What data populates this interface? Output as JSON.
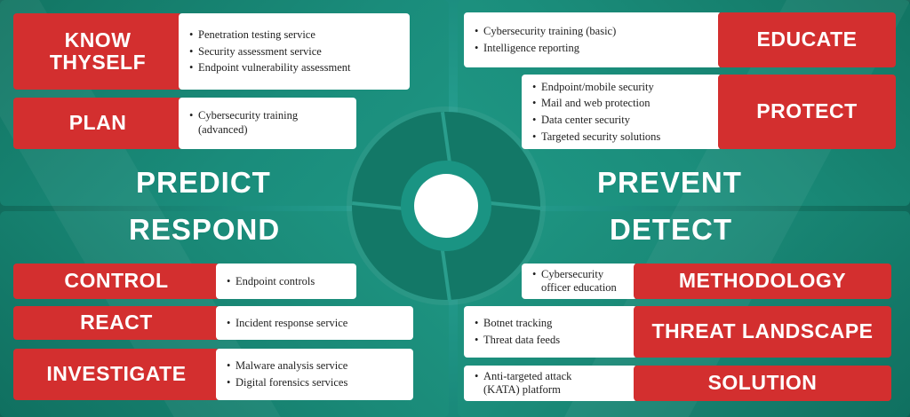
{
  "phases": {
    "predict": "PREDICT",
    "prevent": "PREVENT",
    "respond": "RESPOND",
    "detect": "DETECT"
  },
  "blocks": {
    "know_thyself": {
      "label": "KNOW\nTHYSELF",
      "items": [
        "Penetration testing service",
        "Security assessment service",
        "Endpoint vulnerability assessment"
      ]
    },
    "plan": {
      "label": "PLAN",
      "items": [
        "Cybersecurity training\n(advanced)"
      ]
    },
    "educate": {
      "label": "EDUCATE",
      "items": [
        "Cybersecurity training (basic)",
        "Intelligence reporting"
      ]
    },
    "protect": {
      "label": "PROTECT",
      "items": [
        "Endpoint/mobile security",
        "Mail and web protection",
        "Data center security",
        "Targeted security solutions"
      ]
    },
    "control": {
      "label": "CONTROL",
      "items": [
        "Endpoint controls"
      ]
    },
    "react": {
      "label": "REACT",
      "items": [
        "Incident response service"
      ]
    },
    "investigate": {
      "label": "INVESTIGATE",
      "items": [
        "Malware analysis service",
        "Digital forensics services"
      ]
    },
    "methodology": {
      "label": "METHODOLOGY",
      "items": [
        "Cybersecurity\nofficer education"
      ]
    },
    "threat_landscape": {
      "label": "THREAT LANDSCAPE",
      "items": [
        "Botnet tracking",
        "Threat data feeds"
      ]
    },
    "solution": {
      "label": "SOLUTION",
      "items": [
        "Anti-targeted attack\n(KATA) platform"
      ]
    }
  },
  "colors": {
    "label_red": "#d32f2f",
    "teal_dark": "#137564",
    "teal_light": "#1f9885"
  }
}
